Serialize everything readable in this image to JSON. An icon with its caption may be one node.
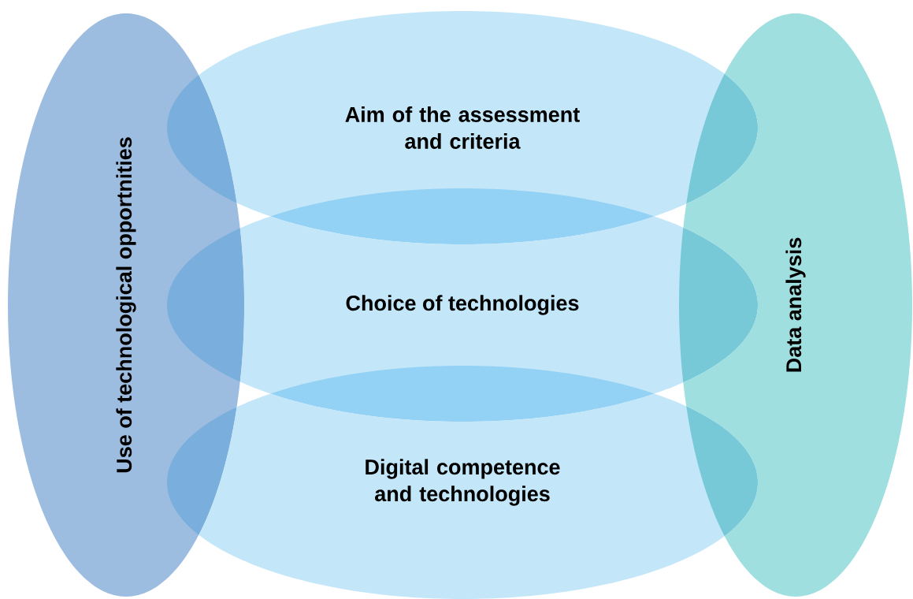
{
  "diagram": {
    "nodes": [
      {
        "text": [
          "Use of technological opportnities"
        ]
      },
      {
        "text": [
          "Aim of the assessment and criteria"
        ]
      },
      {
        "text": [
          "Choice of technologies"
        ]
      },
      {
        "text": [
          "Digital competence and technologies"
        ]
      },
      {
        "text": [
          "Data analysis"
        ]
      }
    ]
  }
}
